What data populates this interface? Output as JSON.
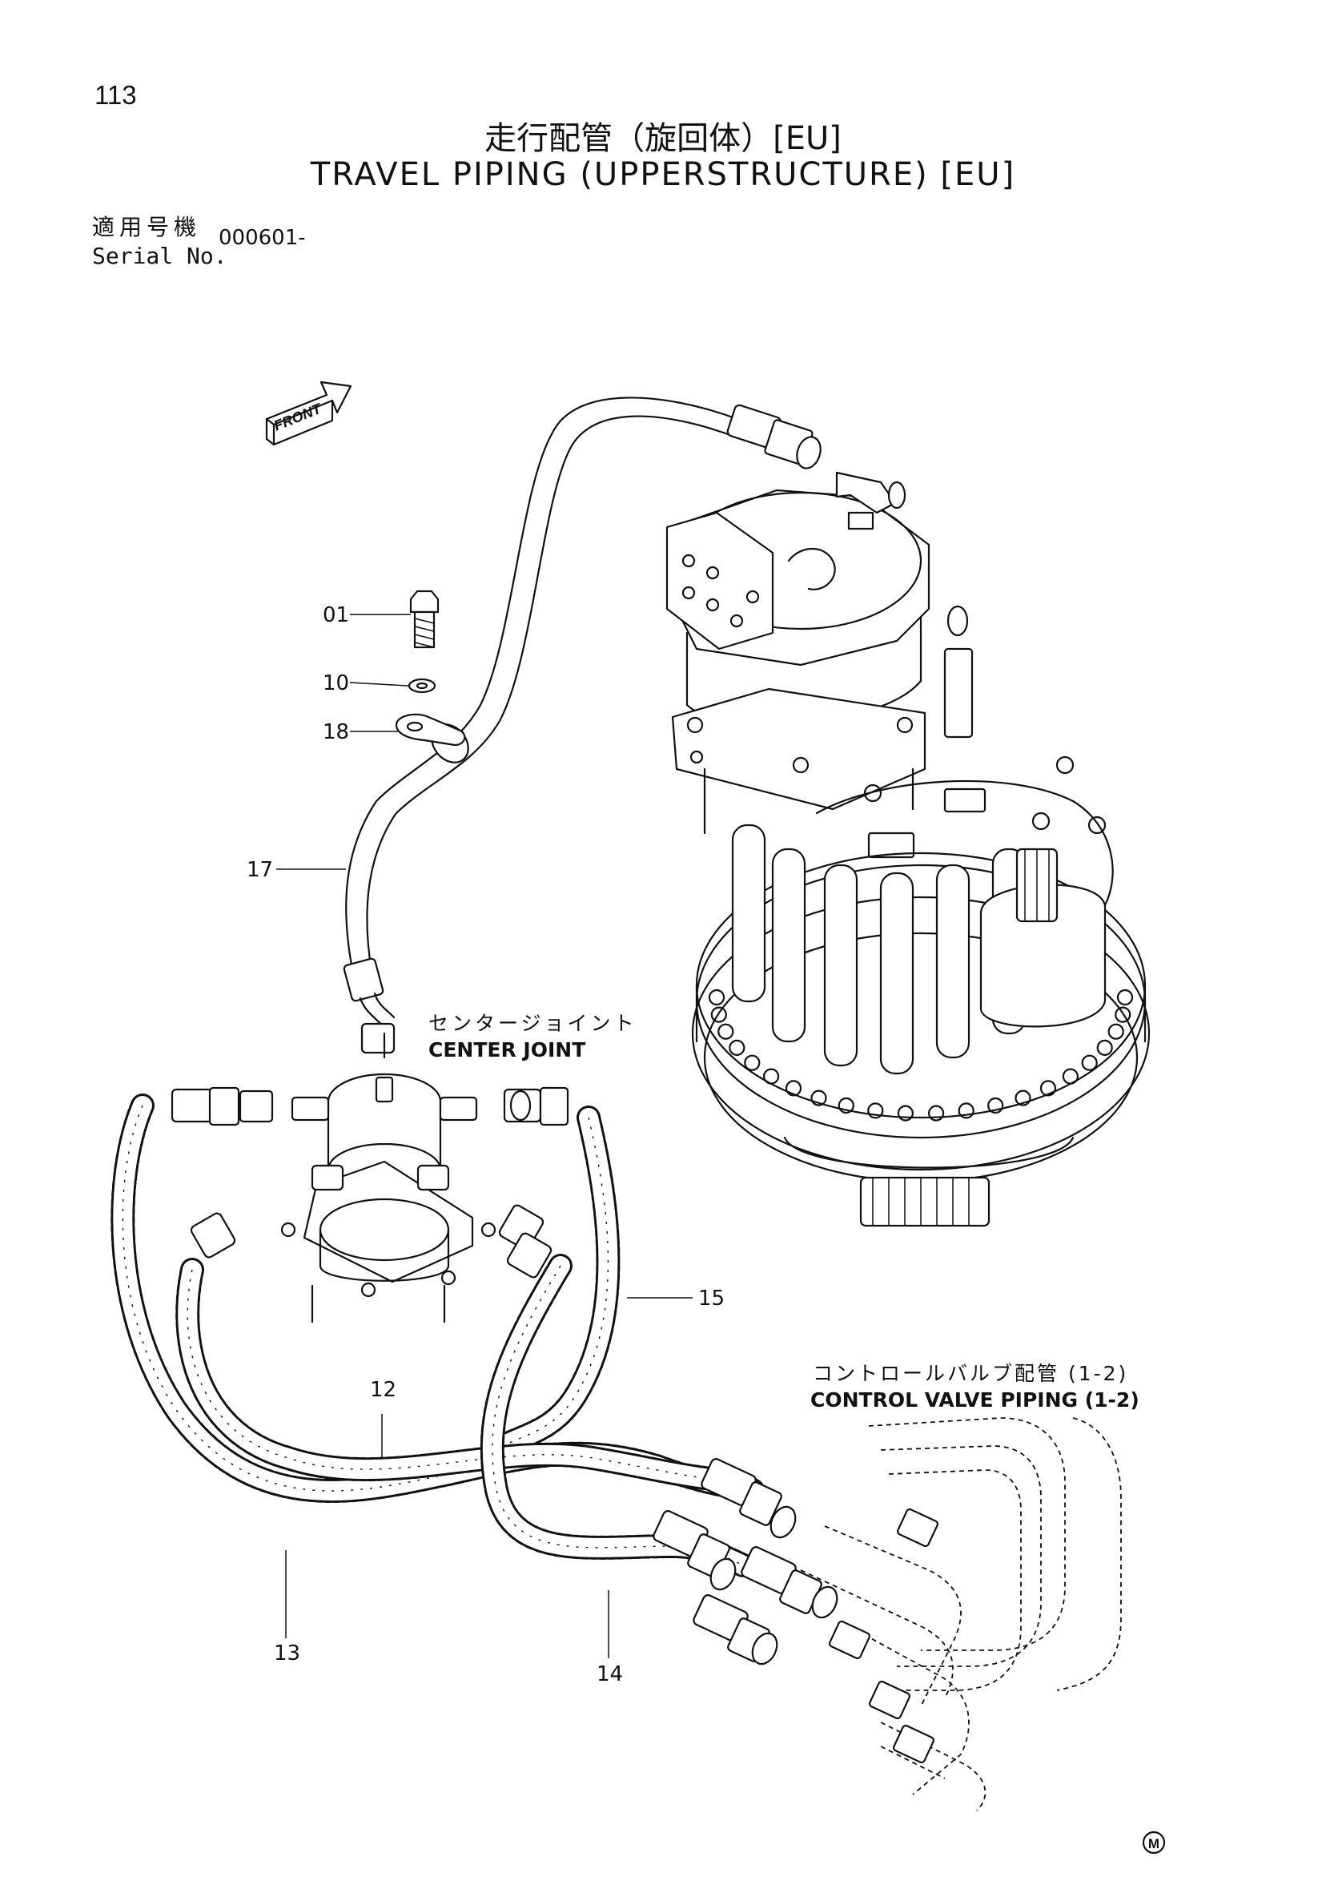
{
  "page": {
    "number": "113"
  },
  "title": {
    "jp": "走行配管（旋回体）[EU]",
    "en": "TRAVEL PIPING (UPPERSTRUCTURE) [EU]"
  },
  "serial": {
    "label_jp": "適用号機",
    "label_en": "Serial No.",
    "value": "000601-"
  },
  "direction_marker": {
    "text": "FRONT"
  },
  "callouts": [
    "01",
    "10",
    "18",
    "17",
    "15",
    "12",
    "13",
    "14"
  ],
  "notes": {
    "center_joint_jp": "センタージョイント",
    "center_joint_en": "CENTER JOINT",
    "control_valve_jp": "コントロールバルブ配管 (1-2)",
    "control_valve_en": "CONTROL VALVE PIPING (1-2)"
  },
  "logo": {
    "text": "M"
  }
}
